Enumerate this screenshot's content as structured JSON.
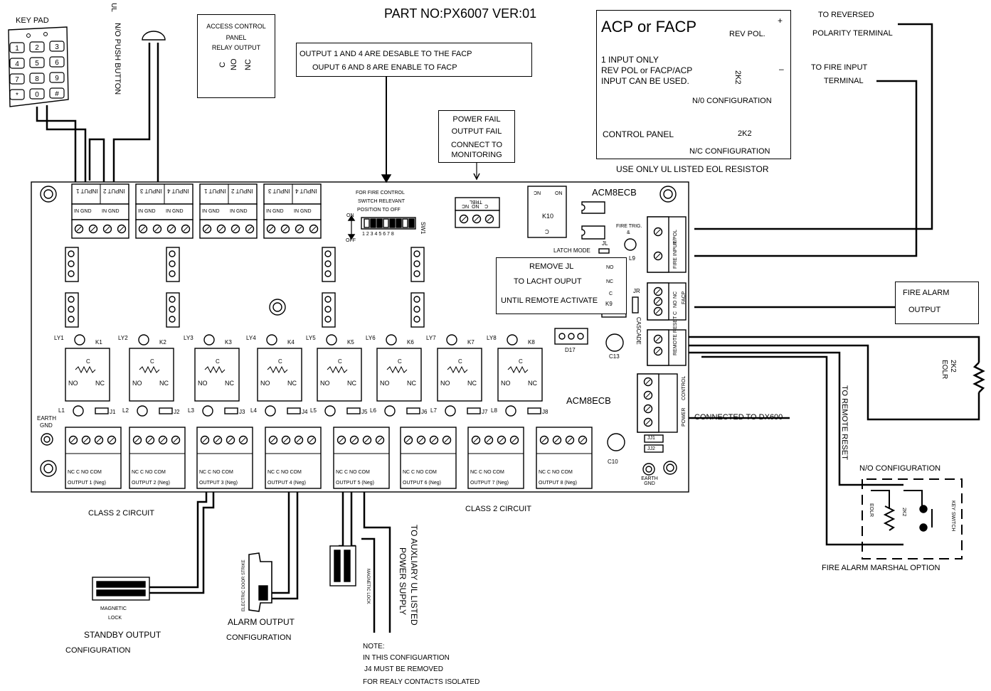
{
  "header": {
    "part_no": "PART NO:PX6007 VER:01",
    "ul": "UL"
  },
  "keypad": {
    "title": "KEY PAD",
    "keys": [
      "1",
      "2",
      "3",
      "4",
      "5",
      "6",
      "7",
      "8",
      "9",
      "*",
      "0",
      "#"
    ]
  },
  "push_button": {
    "label": "N/O PUSH BUTTON"
  },
  "access_panel": {
    "title_1": "ACCESS CONTROL",
    "title_2": "PANEL",
    "title_3": "RELAY OUTPUT",
    "terminals": [
      "C",
      "NO",
      "NC"
    ]
  },
  "note_output": {
    "line_1": "OUTPUT 1  AND 4 ARE DESABLE TO THE FACP",
    "line_2": "OUPUT 6 AND 8 ARE ENABLE TO FACP"
  },
  "power_fail": {
    "lines": [
      "POWER FAIL",
      "OUTPUT FAIL",
      "CONNECT TO",
      "MONITORING"
    ]
  },
  "facp_box": {
    "title": "ACP or FACP",
    "rev_pol": "REV POL.",
    "plus": "+",
    "minus": "–",
    "input_1": "1 INPUT ONLY",
    "input_2": "REV POL or FACP/ACP",
    "input_3": "INPUT CAN BE USED.",
    "resistor_1": "2K2",
    "no_config": "N/0 CONFIGURATION",
    "control_panel": "CONTROL PANEL",
    "resistor_2": "2K2",
    "nc_config": "N/C CONFIGURATION",
    "footer": "USE ONLY UL LISTED EOL RESISTOR"
  },
  "right_labels": {
    "reversed_1": "TO REVERSED",
    "reversed_2": "POLARITY TERMINAL",
    "fire_1": "TO FIRE INPUT",
    "fire_2": "TERMINAL",
    "fire_alarm_1": "FIRE ALARM",
    "fire_alarm_2": "OUTPUT",
    "eolr_1": "2K2",
    "eolr_2": "EOLR",
    "remote_reset": "TO REMOTE RESET",
    "no_config": "N/O CONFIGURATION",
    "marshal": "FIRE ALARM MARSHAL OPTION",
    "eolr_small": "EOLR",
    "r2k2_small": "2K2",
    "key_switch": "KEY SWITCH",
    "connected": "CONNECTED TO DX600"
  },
  "board": {
    "name_top": "ACM8ECB",
    "name_mid": "ACM8ECB",
    "inputs": [
      {
        "a": "INPUT 1",
        "b": "INPUT 2"
      },
      {
        "a": "INPUT 3",
        "b": "INPUT 4"
      },
      {
        "a": "INPUT 1",
        "b": "INPUT 2"
      },
      {
        "a": "INPUT 3",
        "b": "INPUT 4"
      }
    ],
    "in_gnd": "IN GND",
    "sw_title_1": "FOR FIRE CONTROL",
    "sw_title_2": "SWITCH RELEVANT",
    "sw_title_3": "POSITION TO OFF",
    "sw_on": "ON",
    "sw_off": "OFF",
    "sw_nums": "1 2 3 4 5 6 7 8",
    "sw_name": "SW1",
    "trbl": "TRBL",
    "trbl_terms": [
      "NC",
      "NO",
      "C"
    ],
    "k10": "K10",
    "k10_nc": "NC",
    "k10_no": "NO",
    "k10_c": "C",
    "fire_trig": "FIRE TRIG.",
    "amp": "&",
    "latch_mode": "LATCH MODE",
    "jl": "JL",
    "l9": "L9",
    "remove_1": "REMOVE JL",
    "remove_2": "TO LACHT OUPUT",
    "remove_3": "UNTIL REMOTE ACTIVATE",
    "k9": "K9",
    "k9_no": "NO",
    "k9_nc": "NC",
    "k9_c": "C",
    "jr": "JR",
    "cascade": "CASCADE",
    "d17": "D17",
    "c13": "C13",
    "c10": "C10",
    "earth_gnd": "EARTH GND",
    "earth_left": "EARTH",
    "gnd_left": "GND",
    "rpol": "R/POL",
    "fire_input": "FIRE INPUT",
    "facp_term": "FACP",
    "facp_terms": [
      "NC",
      "NO",
      "C"
    ],
    "remote_reset": "REMOTE RESET",
    "control": "CONTROL",
    "power": "POWER",
    "jj1": "JJ1",
    "jj2": "JJ2",
    "relays": [
      {
        "ly": "LY1",
        "k": "K1",
        "l": "L1",
        "j": "J1",
        "out": "OUTPUT 1 (Neg)"
      },
      {
        "ly": "LY2",
        "k": "K2",
        "l": "L2",
        "j": "J2",
        "out": "OUTPUT 2 (Neg)"
      },
      {
        "ly": "LY3",
        "k": "K3",
        "l": "L3",
        "j": "J3",
        "out": "OUTPUT 3 (Neg)"
      },
      {
        "ly": "LY4",
        "k": "K4",
        "l": "L4",
        "j": "J4",
        "out": "OUTPUT 4 (Neg)"
      },
      {
        "ly": "LY5",
        "k": "K5",
        "l": "L5",
        "j": "J5",
        "out": "OUTPUT 5 (Neg)"
      },
      {
        "ly": "LY6",
        "k": "K6",
        "l": "L6",
        "j": "J6",
        "out": "OUTPUT 6 (Neg)"
      },
      {
        "ly": "LY7",
        "k": "K7",
        "l": "L7",
        "j": "J7",
        "out": "OUTPUT 7 (Neg)"
      },
      {
        "ly": "LY8",
        "k": "K8",
        "l": "L8",
        "j": "J8",
        "out": "OUTPUT 8 (Neg)"
      }
    ],
    "relay_c": "C",
    "relay_no": "NO",
    "relay_nc": "NC",
    "out_terms": "NC  C  NO  COM"
  },
  "bottom": {
    "class2_left": "CLASS 2 CIRCUIT",
    "class2_right": "CLASS 2 CIRCUIT",
    "mag_lock_1": "MAGNETIC",
    "mag_lock_2": "LOCK",
    "standby_1": "STANDBY OUTPUT",
    "standby_2": "CONFIGURATION",
    "strike": "ELECTRIC DOOR STRIKE",
    "alarm_1": "ALARM OUTPUT",
    "alarm_2": "CONFIGURATION",
    "mag_lock_v": "MAGNETIC LOCK",
    "aux_1": "TO AUXLIARY UL LISTED",
    "aux_2": "POWER SUPPLY",
    "note_1": "NOTE:",
    "note_2": "IN THIS CONFIGUARTION",
    "note_3": "J4 MUST BE REMOVED",
    "note_4": "FOR REALY CONTACTS ISOLATED"
  }
}
